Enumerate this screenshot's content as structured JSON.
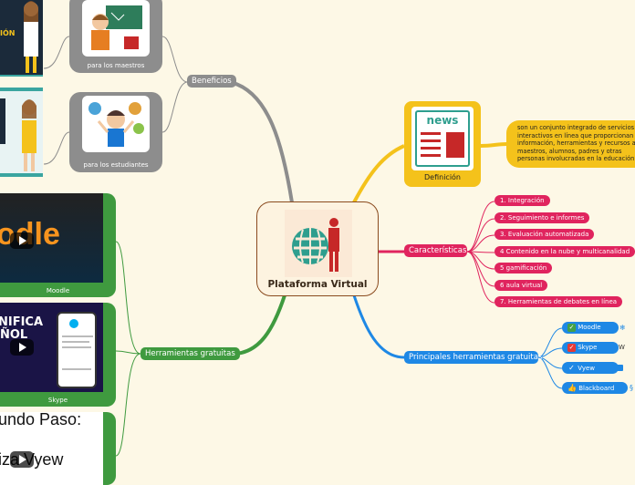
{
  "central": {
    "title": "Plataforma Virtual"
  },
  "beneficios": {
    "label": "Beneficios",
    "items": [
      {
        "caption": "para los maestros"
      },
      {
        "caption": "para los estudiantes"
      }
    ]
  },
  "herramientas": {
    "label": "Herramientas gratuitas",
    "items": [
      {
        "caption": "Moodle",
        "video_text": "odle"
      },
      {
        "caption": "Skype",
        "video_text_1": "NIFICA",
        "video_text_2": "ÑOL"
      },
      {
        "caption": "",
        "video_text_1": "undo Paso:",
        "video_text_2": "iza Vyew"
      }
    ],
    "left_card_text": "IÓN"
  },
  "definicion": {
    "label": "Definición",
    "icon_text": "news",
    "text": "son un conjunto integrado de servicios interactivos en línea que proporcionan información, herramientas y recursos a maestros, alumnos, padres y otras personas involucradas en la educación."
  },
  "caracteristicas": {
    "label": "Características",
    "items": [
      "1. Integración",
      "2. Seguimiento e informes",
      "3. Evaluación automatizada",
      "4 Contenido en la nube y multicanalidad",
      "5 gamificación",
      "6 aula virtual",
      "7. Herramientas de debates en línea"
    ]
  },
  "principales": {
    "label": "Principales herramientas gratuitas",
    "items": [
      {
        "label": "Moodle",
        "icon": "check-green-icon"
      },
      {
        "label": "Skype",
        "icon": "check-red-icon"
      },
      {
        "label": "Vyew",
        "icon": "check-blue-icon"
      },
      {
        "label": "Blackboard",
        "icon": "thumbs-up-icon"
      }
    ]
  },
  "colors": {
    "beneficios": "#8d8d8d",
    "herramientas": "#3f9a3f",
    "definicion": "#f4c21b",
    "caracteristicas": "#e0245e",
    "principales": "#1e88e5"
  }
}
